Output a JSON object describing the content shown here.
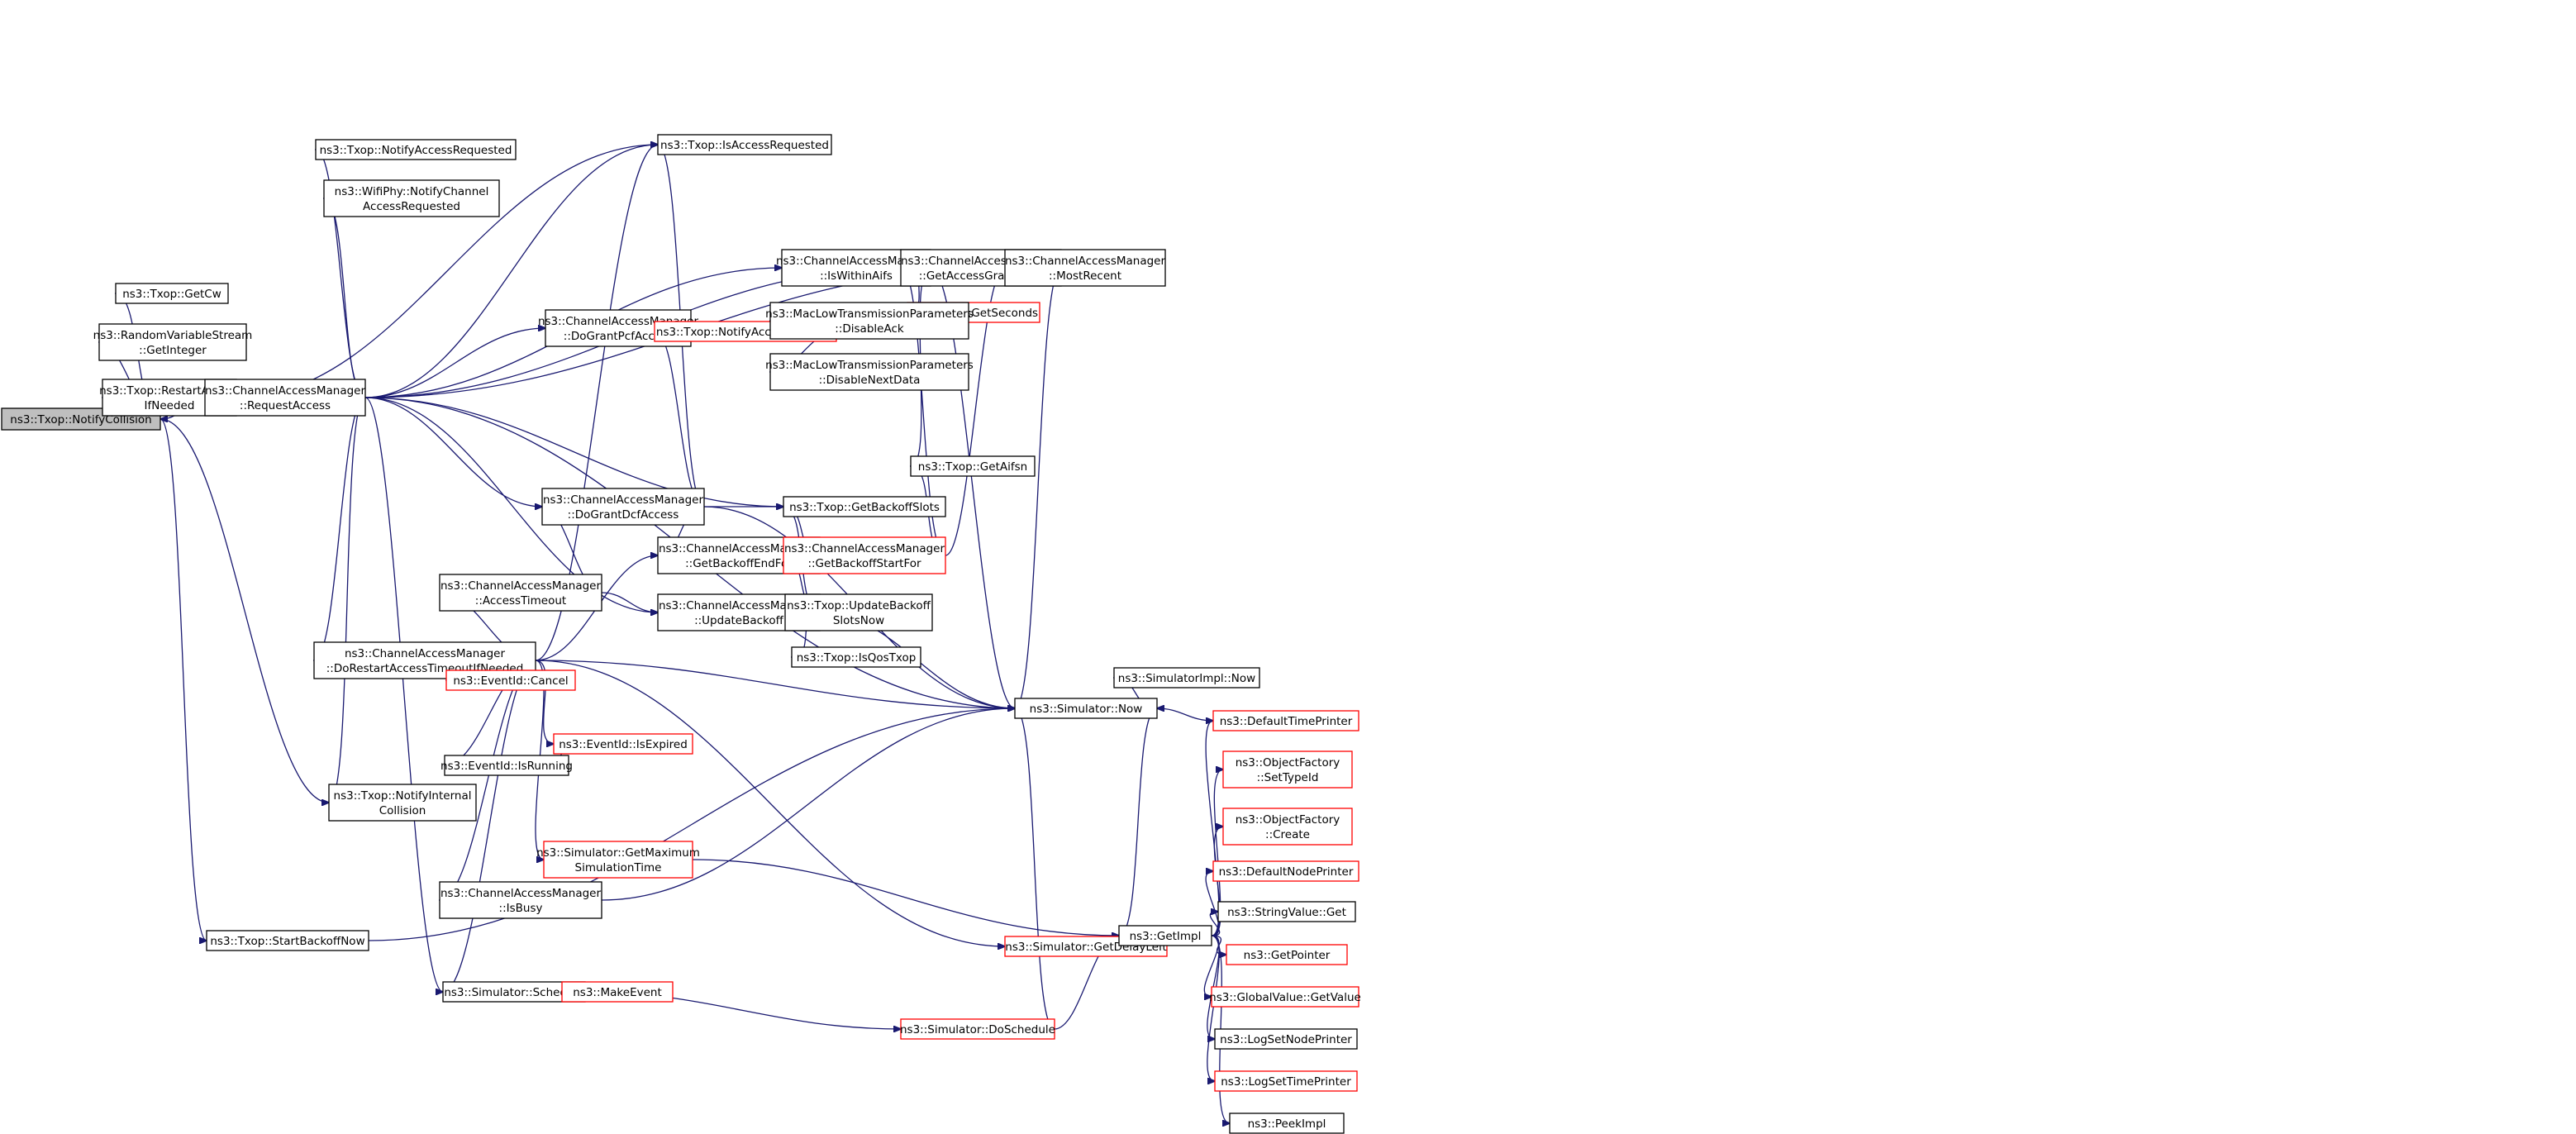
{
  "nodes": [
    {
      "id": "notifycollision",
      "lines": [
        "ns3::Txop::NotifyCollision"
      ],
      "style": "root"
    },
    {
      "id": "getcw",
      "lines": [
        "ns3::Txop::GetCw"
      ],
      "style": "black"
    },
    {
      "id": "getinteger",
      "lines": [
        "ns3::RandomVariableStream",
        "::GetInteger"
      ],
      "style": "black"
    },
    {
      "id": "restartaccess",
      "lines": [
        "ns3::Txop::RestartAccess",
        "IfNeeded"
      ],
      "style": "black"
    },
    {
      "id": "requestaccess",
      "lines": [
        "ns3::ChannelAccessManager",
        "::RequestAccess"
      ],
      "style": "black"
    },
    {
      "id": "notifyaccessrequested",
      "lines": [
        "ns3::Txop::NotifyAccessRequested"
      ],
      "style": "black"
    },
    {
      "id": "wifiphynotify",
      "lines": [
        "ns3::WifiPhy::NotifyChannel",
        "AccessRequested"
      ],
      "style": "black"
    },
    {
      "id": "isaccessrequested",
      "lines": [
        "ns3::Txop::IsAccessRequested"
      ],
      "style": "black"
    },
    {
      "id": "iswithinaifs",
      "lines": [
        "ns3::ChannelAccessManager",
        "::IsWithinAifs"
      ],
      "style": "black"
    },
    {
      "id": "getaccessgrantstart",
      "lines": [
        "ns3::ChannelAccessManager",
        "::GetAccessGrantStart"
      ],
      "style": "black"
    },
    {
      "id": "mostrecent",
      "lines": [
        "ns3::ChannelAccessManager",
        "::MostRecent"
      ],
      "style": "black"
    },
    {
      "id": "timegetseconds",
      "lines": [
        "ns3::Time::GetSeconds"
      ],
      "style": "red"
    },
    {
      "id": "dograntpcf",
      "lines": [
        "ns3::ChannelAccessManager",
        "::DoGrantPcfAccess"
      ],
      "style": "black"
    },
    {
      "id": "notifyaccessgranted",
      "lines": [
        "ns3::Txop::NotifyAccessGranted"
      ],
      "style": "red"
    },
    {
      "id": "disableack",
      "lines": [
        "ns3::MacLowTransmissionParameters",
        "::DisableAck"
      ],
      "style": "black"
    },
    {
      "id": "disablenextdata",
      "lines": [
        "ns3::MacLowTransmissionParameters",
        "::DisableNextData"
      ],
      "style": "black"
    },
    {
      "id": "getaifsn",
      "lines": [
        "ns3::Txop::GetAifsn"
      ],
      "style": "black"
    },
    {
      "id": "dograntdcf",
      "lines": [
        "ns3::ChannelAccessManager",
        "::DoGrantDcfAccess"
      ],
      "style": "black"
    },
    {
      "id": "getbackoffslots",
      "lines": [
        "ns3::Txop::GetBackoffSlots"
      ],
      "style": "black"
    },
    {
      "id": "getbackoffendfor",
      "lines": [
        "ns3::ChannelAccessManager",
        "::GetBackoffEndFor"
      ],
      "style": "black"
    },
    {
      "id": "getbackoffstartfor",
      "lines": [
        "ns3::ChannelAccessManager",
        "::GetBackoffStartFor"
      ],
      "style": "red"
    },
    {
      "id": "accesstimeout",
      "lines": [
        "ns3::ChannelAccessManager",
        "::AccessTimeout"
      ],
      "style": "black"
    },
    {
      "id": "updatebackoff",
      "lines": [
        "ns3::ChannelAccessManager",
        "::UpdateBackoff"
      ],
      "style": "black"
    },
    {
      "id": "updatebackoffslotsnow",
      "lines": [
        "ns3::Txop::UpdateBackoff",
        "SlotsNow"
      ],
      "style": "black"
    },
    {
      "id": "isqostxop",
      "lines": [
        "ns3::Txop::IsQosTxop"
      ],
      "style": "black"
    },
    {
      "id": "dorestart",
      "lines": [
        "ns3::ChannelAccessManager",
        "::DoRestartAccessTimeoutIfNeeded"
      ],
      "style": "black"
    },
    {
      "id": "eventcancel",
      "lines": [
        "ns3::EventId::Cancel"
      ],
      "style": "red"
    },
    {
      "id": "eventisexpired",
      "lines": [
        "ns3::EventId::IsExpired"
      ],
      "style": "red"
    },
    {
      "id": "eventisrunning",
      "lines": [
        "ns3::EventId::IsRunning"
      ],
      "style": "black"
    },
    {
      "id": "notifyinternalcollision",
      "lines": [
        "ns3::Txop::NotifyInternal",
        "Collision"
      ],
      "style": "black"
    },
    {
      "id": "getmaxsimtime",
      "lines": [
        "ns3::Simulator::GetMaximum",
        "SimulationTime"
      ],
      "style": "red"
    },
    {
      "id": "isbusy",
      "lines": [
        "ns3::ChannelAccessManager",
        "::IsBusy"
      ],
      "style": "black"
    },
    {
      "id": "startbackoffnow",
      "lines": [
        "ns3::Txop::StartBackoffNow"
      ],
      "style": "black"
    },
    {
      "id": "simschedule",
      "lines": [
        "ns3::Simulator::Schedule"
      ],
      "style": "black"
    },
    {
      "id": "makeevent",
      "lines": [
        "ns3::MakeEvent"
      ],
      "style": "red"
    },
    {
      "id": "simnow",
      "lines": [
        "ns3::Simulator::Now"
      ],
      "style": "black"
    },
    {
      "id": "simimplnow",
      "lines": [
        "ns3::SimulatorImpl::Now"
      ],
      "style": "black"
    },
    {
      "id": "getdelayleft",
      "lines": [
        "ns3::Simulator::GetDelayLeft"
      ],
      "style": "red"
    },
    {
      "id": "doschedule",
      "lines": [
        "ns3::Simulator::DoSchedule"
      ],
      "style": "red"
    },
    {
      "id": "getimpl",
      "lines": [
        "ns3::GetImpl"
      ],
      "style": "black"
    },
    {
      "id": "defaulttimeprinter",
      "lines": [
        "ns3::DefaultTimePrinter"
      ],
      "style": "red"
    },
    {
      "id": "settypeid",
      "lines": [
        "ns3::ObjectFactory",
        "::SetTypeId"
      ],
      "style": "red"
    },
    {
      "id": "ofcreate",
      "lines": [
        "ns3::ObjectFactory",
        "::Create"
      ],
      "style": "red"
    },
    {
      "id": "defaultnodeprinter",
      "lines": [
        "ns3::DefaultNodePrinter"
      ],
      "style": "red"
    },
    {
      "id": "stringvalueget",
      "lines": [
        "ns3::StringValue::Get"
      ],
      "style": "black"
    },
    {
      "id": "getpointer",
      "lines": [
        "ns3::GetPointer"
      ],
      "style": "red"
    },
    {
      "id": "globalvalueget",
      "lines": [
        "ns3::GlobalValue::GetValue"
      ],
      "style": "red"
    },
    {
      "id": "logsetnodeprinter",
      "lines": [
        "ns3::LogSetNodePrinter"
      ],
      "style": "black"
    },
    {
      "id": "logsettimeprinter",
      "lines": [
        "ns3::LogSetTimePrinter"
      ],
      "style": "red"
    },
    {
      "id": "peekimpl",
      "lines": [
        "ns3::PeekImpl"
      ],
      "style": "black"
    }
  ],
  "edges": [
    [
      "notifycollision",
      "getcw"
    ],
    [
      "notifycollision",
      "getinteger"
    ],
    [
      "notifycollision",
      "restartaccess"
    ],
    [
      "notifycollision",
      "notifyinternalcollision"
    ],
    [
      "notifycollision",
      "startbackoffnow"
    ],
    [
      "restartaccess",
      "isaccessrequested"
    ],
    [
      "restartaccess",
      "requestaccess"
    ],
    [
      "requestaccess",
      "notifycollision"
    ],
    [
      "requestaccess",
      "notifyaccessrequested"
    ],
    [
      "requestaccess",
      "wifiphynotify"
    ],
    [
      "requestaccess",
      "isaccessrequested"
    ],
    [
      "requestaccess",
      "mostrecent"
    ],
    [
      "requestaccess",
      "getaccessgrantstart"
    ],
    [
      "requestaccess",
      "iswithinaifs"
    ],
    [
      "requestaccess",
      "dograntpcf"
    ],
    [
      "requestaccess",
      "dograntdcf"
    ],
    [
      "requestaccess",
      "getbackoffslots"
    ],
    [
      "requestaccess",
      "updatebackoff"
    ],
    [
      "requestaccess",
      "simnow"
    ],
    [
      "requestaccess",
      "dorestart"
    ],
    [
      "requestaccess",
      "notifyinternalcollision"
    ],
    [
      "requestaccess",
      "simschedule"
    ],
    [
      "iswithinaifs",
      "getaccessgrantstart"
    ],
    [
      "iswithinaifs",
      "timegetseconds"
    ],
    [
      "iswithinaifs",
      "getaifsn"
    ],
    [
      "iswithinaifs",
      "simnow"
    ],
    [
      "getaccessgrantstart",
      "mostrecent"
    ],
    [
      "getaccessgrantstart",
      "simnow"
    ],
    [
      "dograntpcf",
      "notifyaccessgranted"
    ],
    [
      "notifyaccessgranted",
      "disableack"
    ],
    [
      "notifyaccessgranted",
      "disablenextdata"
    ],
    [
      "dograntdcf",
      "isaccessrequested"
    ],
    [
      "dograntdcf",
      "notifyaccessgranted"
    ],
    [
      "dograntdcf",
      "getbackoffslots"
    ],
    [
      "dograntdcf",
      "getbackoffendfor"
    ],
    [
      "dograntdcf",
      "simnow"
    ],
    [
      "getbackoffendfor",
      "getbackoffslots"
    ],
    [
      "getbackoffendfor",
      "getbackoffstartfor"
    ],
    [
      "getbackoffstartfor",
      "getaccessgrantstart"
    ],
    [
      "getbackoffstartfor",
      "getaifsn"
    ],
    [
      "getbackoffstartfor",
      "mostrecent"
    ],
    [
      "accesstimeout",
      "dograntdcf"
    ],
    [
      "accesstimeout",
      "updatebackoff"
    ],
    [
      "accesstimeout",
      "dorestart"
    ],
    [
      "updatebackoff",
      "getbackoffstartfor"
    ],
    [
      "updatebackoff",
      "getbackoffslots"
    ],
    [
      "updatebackoff",
      "updatebackoffslotsnow"
    ],
    [
      "updatebackoff",
      "isqostxop"
    ],
    [
      "updatebackoff",
      "simnow"
    ],
    [
      "dorestart",
      "isaccessrequested"
    ],
    [
      "dorestart",
      "getbackoffendfor"
    ],
    [
      "dorestart",
      "eventcancel"
    ],
    [
      "dorestart",
      "eventisexpired"
    ],
    [
      "dorestart",
      "eventisrunning"
    ],
    [
      "dorestart",
      "getmaxsimtime"
    ],
    [
      "dorestart",
      "simnow"
    ],
    [
      "dorestart",
      "getdelayleft"
    ],
    [
      "dorestart",
      "simschedule"
    ],
    [
      "dorestart",
      "isbusy"
    ],
    [
      "eventisrunning",
      "eventisexpired"
    ],
    [
      "getmaxsimtime",
      "getimpl"
    ],
    [
      "isbusy",
      "simnow"
    ],
    [
      "startbackoffnow",
      "simnow"
    ],
    [
      "simschedule",
      "makeevent"
    ],
    [
      "simschedule",
      "doschedule"
    ],
    [
      "simnow",
      "simimplnow"
    ],
    [
      "simnow",
      "getimpl"
    ],
    [
      "getdelayleft",
      "getimpl"
    ],
    [
      "doschedule",
      "getimpl"
    ],
    [
      "doschedule",
      "simnow"
    ],
    [
      "defaulttimeprinter",
      "simnow"
    ],
    [
      "getimpl",
      "defaulttimeprinter"
    ],
    [
      "getimpl",
      "settypeid"
    ],
    [
      "getimpl",
      "ofcreate"
    ],
    [
      "getimpl",
      "defaultnodeprinter"
    ],
    [
      "getimpl",
      "stringvalueget"
    ],
    [
      "getimpl",
      "getpointer"
    ],
    [
      "getimpl",
      "globalvalueget"
    ],
    [
      "getimpl",
      "logsetnodeprinter"
    ],
    [
      "getimpl",
      "logsettimeprinter"
    ],
    [
      "getimpl",
      "peekimpl"
    ]
  ],
  "colors": {
    "edge": "#191970",
    "box_border": "#000000",
    "box_border_red": "#ff0000",
    "root_fill": "#bfbfbf",
    "background": "#ffffff"
  }
}
